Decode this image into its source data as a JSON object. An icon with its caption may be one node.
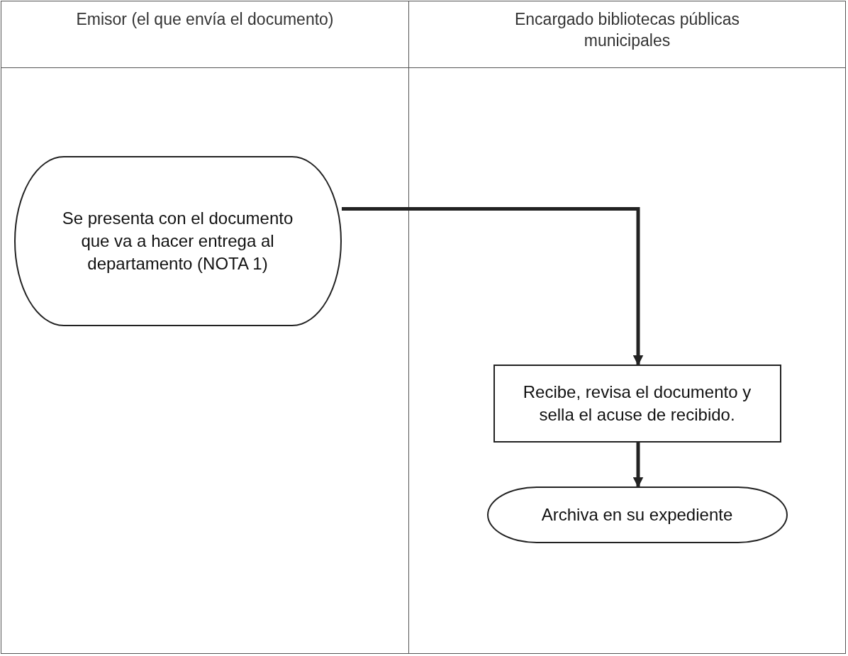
{
  "diagram": {
    "nodes": [
      {
        "text": [
          "Emisor (el que envía el documento)"
        ]
      },
      {
        "text": [
          "Encargado bibliotecas públicas municipales"
        ]
      },
      {
        "text": [
          "Se presenta con el documento que va a hacer entrega al departamento (NOTA 1)"
        ],
        "in": 0
      },
      {
        "text": [
          "Recibe, revisa el documento y sella el acuse de recibido."
        ],
        "in": 1
      },
      {
        "text": [
          "Archiva en su expediente"
        ],
        "in": 1
      }
    ],
    "edges": [
      {
        "from": 2,
        "to": 3,
        "arrow": "to"
      },
      {
        "from": 3,
        "to": 4,
        "arrow": "to"
      }
    ]
  }
}
